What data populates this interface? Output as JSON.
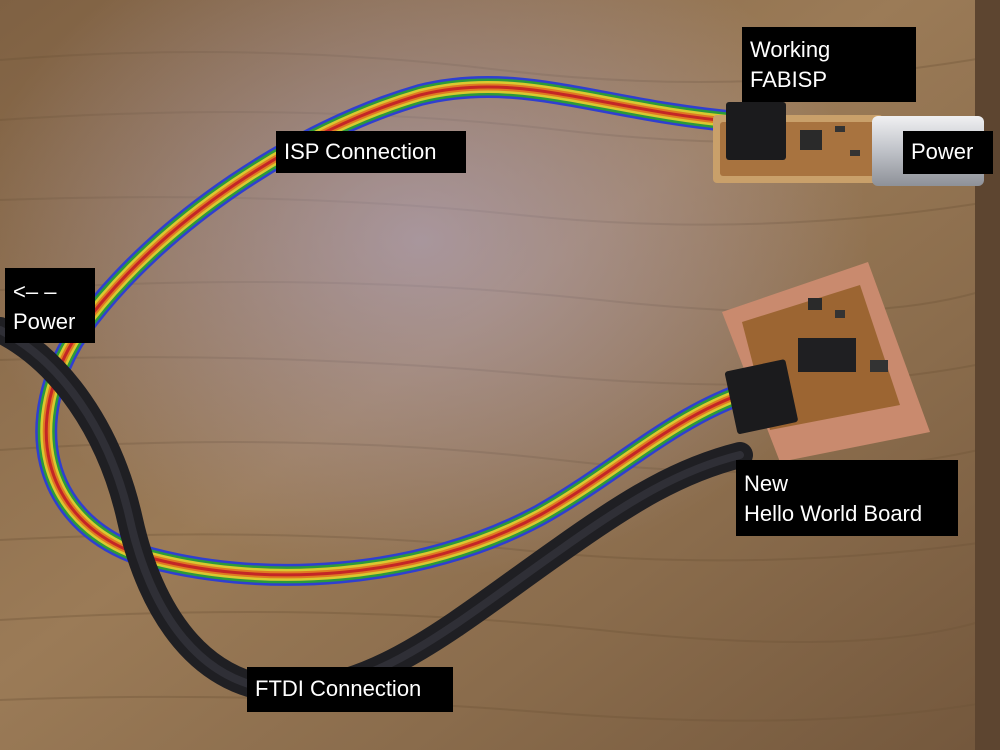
{
  "image": {
    "labels": {
      "working_fabisp": "Working\nFABISP",
      "isp_connection": "ISP Connection",
      "power_right": "Power",
      "power_left": "<– –\nPower",
      "new_hello_world": "New\nHello World Board",
      "ftdi_connection": "FTDI Connection"
    },
    "colors": {
      "wood": "#8a6a44",
      "wood_light": "#a8875e",
      "cable_black": "#2a2a2e",
      "copper_board": "#c78a6a",
      "label_bg": "#000000",
      "label_text": "#ffffff"
    }
  }
}
